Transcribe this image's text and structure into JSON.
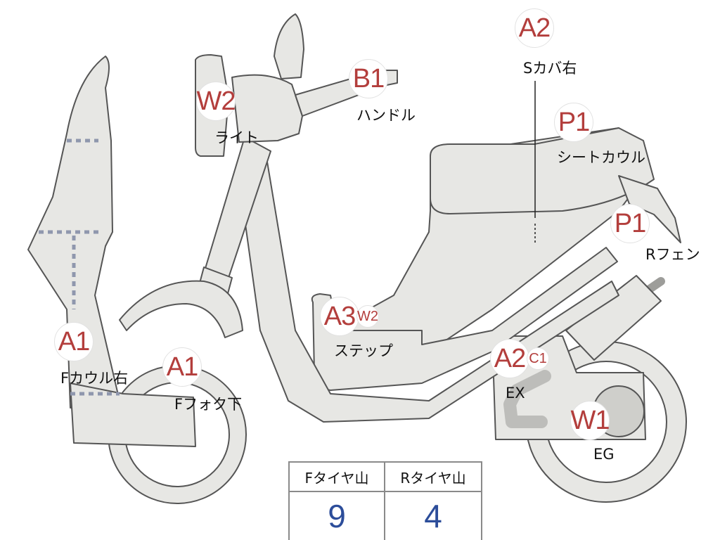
{
  "labels": [
    {
      "grade": "W2",
      "extra": "",
      "name": "ライト"
    },
    {
      "grade": "B1",
      "extra": "",
      "name": "ハンドル"
    },
    {
      "grade": "A2",
      "extra": "",
      "name": "Sカバ右"
    },
    {
      "grade": "P1",
      "extra": "",
      "name": "シートカウル"
    },
    {
      "grade": "P1",
      "extra": "",
      "name": "Rフェン"
    },
    {
      "grade": "A3",
      "extra": "W2",
      "name": "ステップ"
    },
    {
      "grade": "A1",
      "extra": "",
      "name": "Fカウル右"
    },
    {
      "grade": "A1",
      "extra": "",
      "name": "Fフォク下"
    },
    {
      "grade": "A2",
      "extra": "C1",
      "name": "EX"
    },
    {
      "grade": "W1",
      "extra": "",
      "name": "EG"
    }
  ],
  "tire_table": {
    "headers": [
      "Fタイヤ山",
      "Rタイヤ山"
    ],
    "values": [
      "9",
      "4"
    ]
  },
  "colors": {
    "grade_text": "#b33e3c",
    "table_value": "#2c4d9a",
    "body_fill": "#e7e7e4",
    "outline": "#555555",
    "dashed_line": "#8f97ad"
  }
}
